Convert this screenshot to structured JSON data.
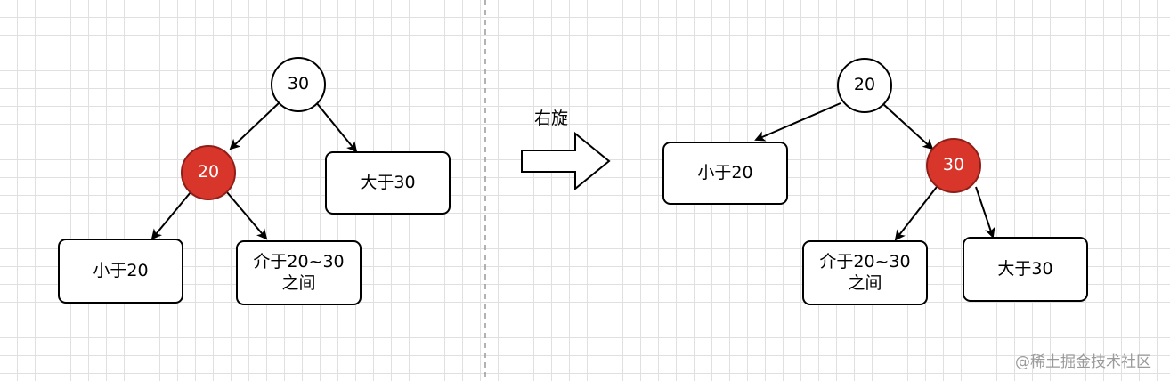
{
  "left": {
    "root": "30",
    "left_child": "20",
    "right_child": "大于30",
    "left_left": "小于20",
    "left_right_line1": "介于20~30",
    "left_right_line2": "之间"
  },
  "operation": "右旋",
  "right": {
    "root": "20",
    "left_child": "小于20",
    "right_child": "30",
    "right_left_line1": "介于20~30",
    "right_left_line2": "之间",
    "right_right": "大于30"
  },
  "watermark": "@稀土掘金技术社区",
  "colors": {
    "highlight": "#d9362b",
    "grid": "#e0e0e0"
  }
}
